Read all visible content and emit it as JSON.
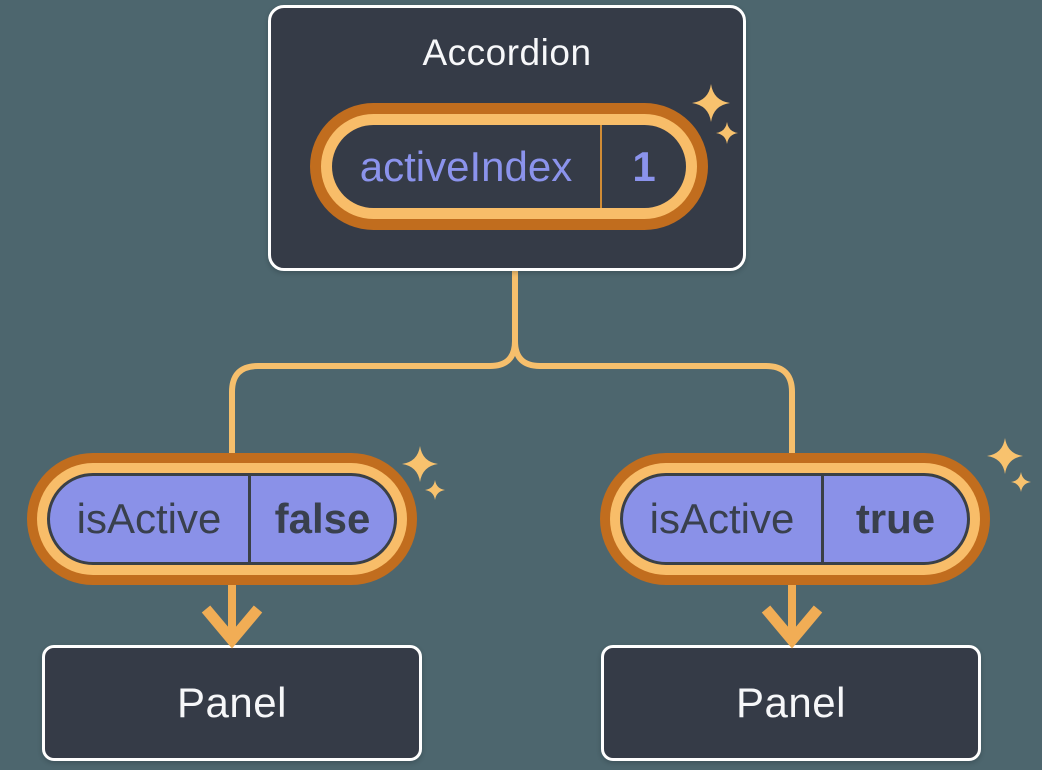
{
  "diagram": {
    "description": "React component tree: Accordion parent holding state, passing isActive prop to two Panel children",
    "root": {
      "title": "Accordion",
      "state_name": "activeIndex",
      "state_value": "1"
    },
    "children": [
      {
        "prop_name": "isActive",
        "prop_value": "false",
        "panel_label": "Panel"
      },
      {
        "prop_name": "isActive",
        "prop_value": "true",
        "panel_label": "Panel"
      }
    ],
    "colors": {
      "background": "#4d666e",
      "box_fill": "#353b47",
      "box_border": "#ffffff",
      "purple_fill": "#8a91e8",
      "purple_text": "#8b93ec",
      "dark_text": "#39404d",
      "ring_dark": "#c16d1e",
      "ring_light": "#f8bd69",
      "connector_line": "#f6bf6c",
      "arrow": "#f1ad55",
      "sparkle": "#f8c26e"
    }
  }
}
